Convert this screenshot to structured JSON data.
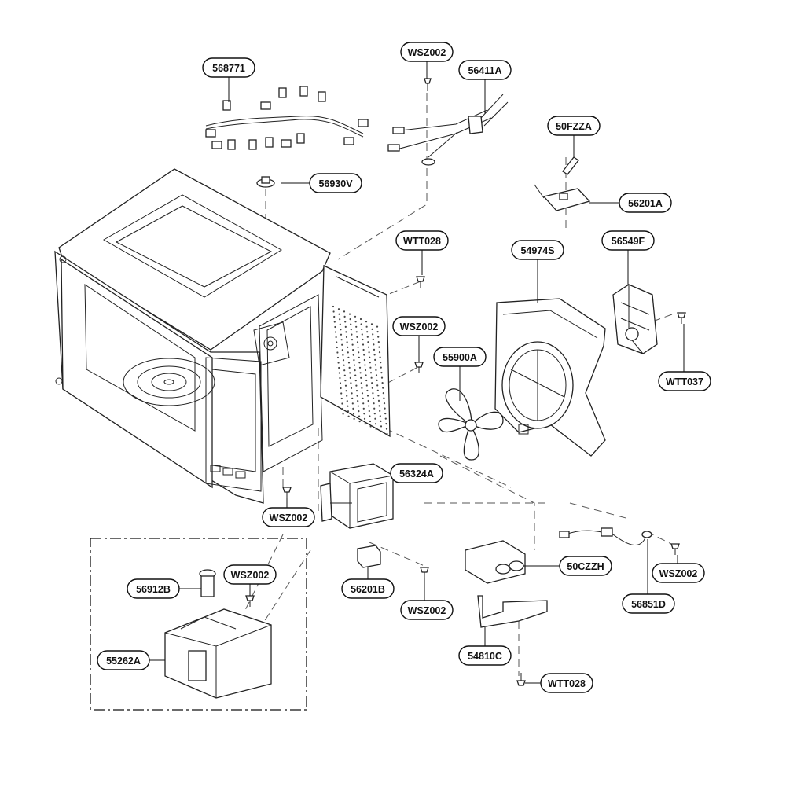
{
  "diagram": {
    "parts": [
      {
        "id": "568771",
        "label": "568771"
      },
      {
        "id": "wsz002-top",
        "label": "WSZ002"
      },
      {
        "id": "56411A",
        "label": "56411A"
      },
      {
        "id": "50FZZA",
        "label": "50FZZA"
      },
      {
        "id": "56930V",
        "label": "56930V"
      },
      {
        "id": "56201A",
        "label": "56201A"
      },
      {
        "id": "wtt028-upper",
        "label": "WTT028"
      },
      {
        "id": "54974S",
        "label": "54974S"
      },
      {
        "id": "56549F",
        "label": "56549F"
      },
      {
        "id": "wsz002-mid",
        "label": "WSZ002"
      },
      {
        "id": "55900A",
        "label": "55900A"
      },
      {
        "id": "WTT037",
        "label": "WTT037"
      },
      {
        "id": "56324A",
        "label": "56324A"
      },
      {
        "id": "wsz002-left",
        "label": "WSZ002"
      },
      {
        "id": "56912B",
        "label": "56912B"
      },
      {
        "id": "wsz002-box",
        "label": "WSZ002"
      },
      {
        "id": "56201B",
        "label": "56201B"
      },
      {
        "id": "wsz002-low",
        "label": "WSZ002"
      },
      {
        "id": "50CZZH",
        "label": "50CZZH"
      },
      {
        "id": "wsz002-right",
        "label": "WSZ002"
      },
      {
        "id": "55262A",
        "label": "55262A"
      },
      {
        "id": "56851D",
        "label": "56851D"
      },
      {
        "id": "54810C",
        "label": "54810C"
      },
      {
        "id": "wtt028-bottom",
        "label": "WTT028"
      }
    ]
  }
}
